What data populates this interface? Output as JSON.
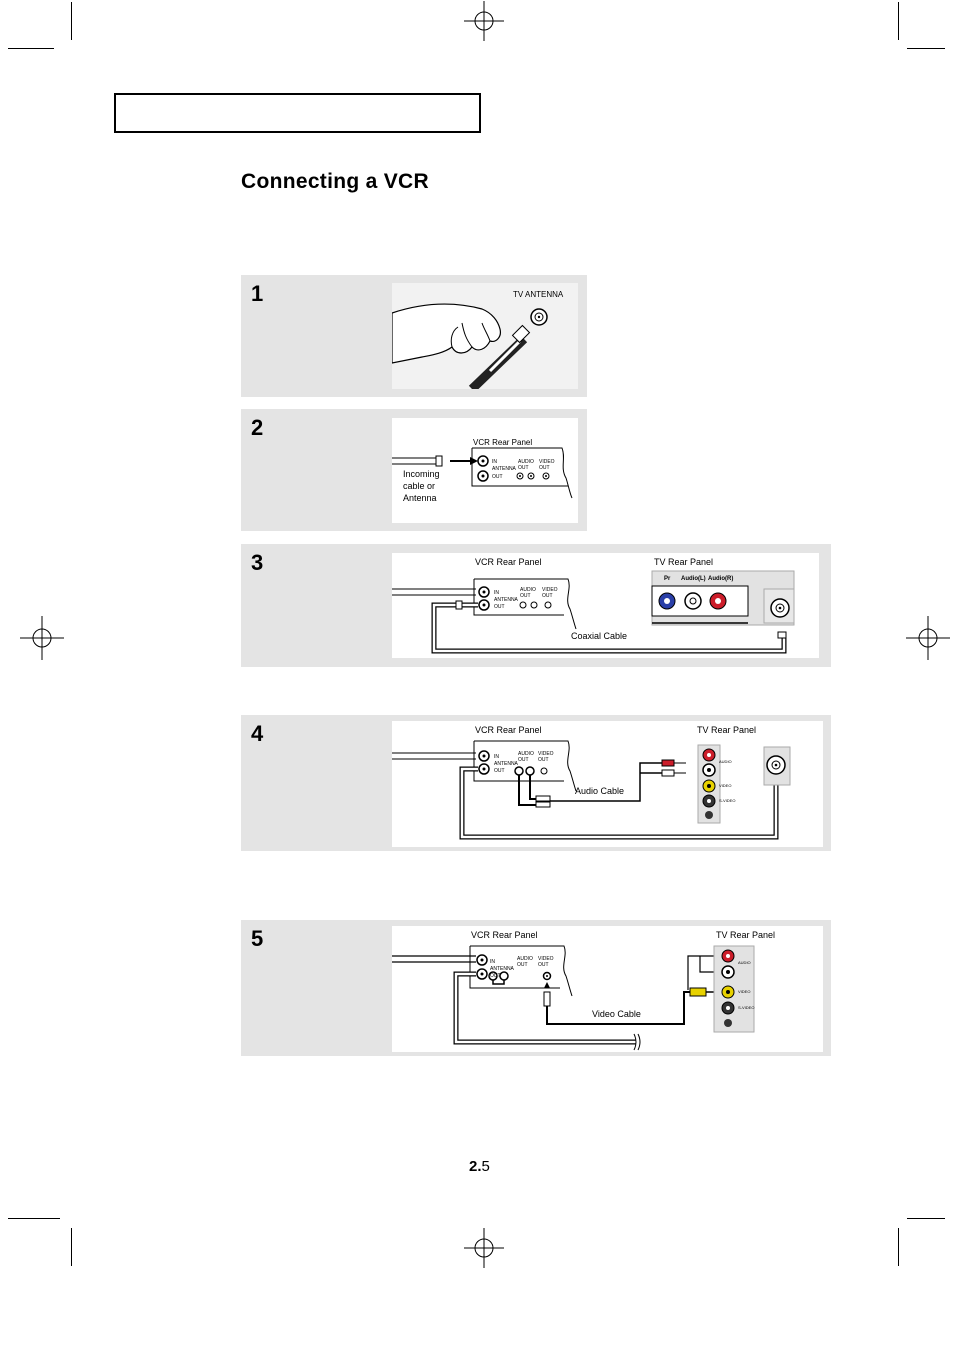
{
  "page": {
    "title": "Connecting a VCR",
    "number_bold": "2.",
    "number_rest": "5"
  },
  "steps": [
    {
      "number": "1",
      "labels": {
        "antenna": "TV ANTENNA"
      }
    },
    {
      "number": "2",
      "labels": {
        "vcr_panel": "VCR Rear Panel",
        "incoming_1": "Incoming",
        "incoming_2": "cable or",
        "incoming_3": "Antenna",
        "in": "IN",
        "antenna": "ANTENNA",
        "out": "OUT",
        "audio_out": "AUDIO OUT",
        "video_out": "VIDEO OUT"
      }
    },
    {
      "number": "3",
      "labels": {
        "vcr_panel": "VCR Rear Panel",
        "tv_panel": "TV Rear Panel",
        "pr": "Pr",
        "audio_l": "Audio(L)",
        "audio_r": "Audio(R)",
        "cable": "Coaxial Cable",
        "in": "IN",
        "antenna": "ANTENNA",
        "out": "OUT",
        "audio_out": "AUDIO OUT",
        "video_out": "VIDEO OUT"
      }
    },
    {
      "number": "4",
      "labels": {
        "vcr_panel": "VCR Rear Panel",
        "tv_panel": "TV Rear Panel",
        "cable": "Audio Cable",
        "in": "IN",
        "antenna": "ANTENNA",
        "out": "OUT",
        "audio_out": "AUDIO OUT",
        "video_out": "VIDEO OUT",
        "audio": "AUDIO",
        "video": "VIDEO",
        "svideo": "S-VIDEO"
      }
    },
    {
      "number": "5",
      "labels": {
        "vcr_panel": "VCR Rear Panel",
        "tv_panel": "TV Rear Panel",
        "cable": "Video Cable",
        "in": "IN",
        "antenna": "ANTENNA",
        "out": "OUT",
        "audio_out": "AUDIO OUT",
        "video_out": "VIDEO OUT",
        "audio": "AUDIO",
        "video": "VIDEO",
        "svideo": "S-VIDEO"
      }
    }
  ],
  "colors": {
    "step_bg": "#e4e4e4",
    "jack_red": "#cc1d2a",
    "jack_yellow": "#e8d200",
    "jack_blue": "#2a3fa8"
  }
}
